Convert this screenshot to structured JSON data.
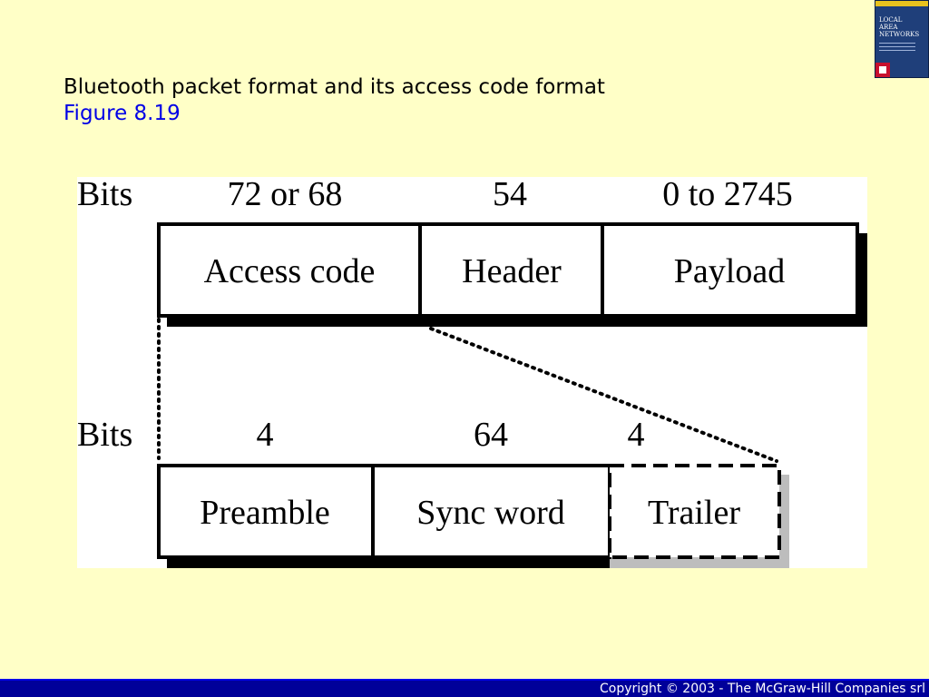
{
  "slide": {
    "title": "Bluetooth packet format and its access code format",
    "figure_label": "Figure 8.19"
  },
  "book_cover": {
    "title": "LOCAL\nAREA\nNETWORKS"
  },
  "packet": {
    "bits_label": "Bits",
    "fields": [
      {
        "name": "Access code",
        "bits": "72 or 68"
      },
      {
        "name": "Header",
        "bits": "54"
      },
      {
        "name": "Payload",
        "bits": "0 to 2745"
      }
    ]
  },
  "access_code": {
    "bits_label": "Bits",
    "fields": [
      {
        "name": "Preamble",
        "bits": "4"
      },
      {
        "name": "Sync word",
        "bits": "64"
      },
      {
        "name": "Trailer",
        "bits": "4"
      }
    ]
  },
  "footer": {
    "copyright": "Copyright © 2003 - The McGraw-Hill Companies srl"
  },
  "colors": {
    "background": "#FFFFC7",
    "figure_label": "#0000E6",
    "footer_bar": "#000099"
  }
}
